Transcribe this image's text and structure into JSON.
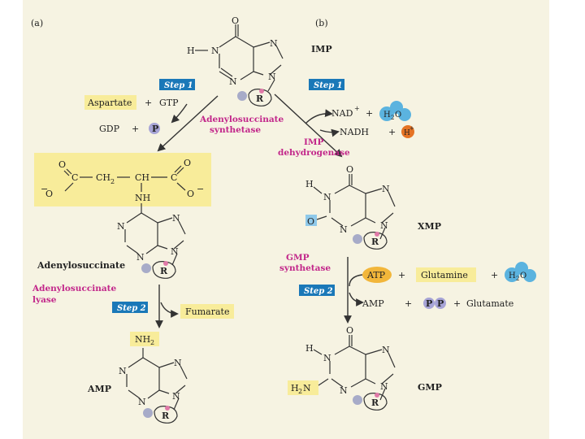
{
  "panel_labels": {
    "a": "(a)",
    "b": "(b)"
  },
  "molecules": {
    "imp": "IMP",
    "xmp": "XMP",
    "gmp": "GMP",
    "amp": "AMP",
    "adenylosuccinate": "Adenylosuccinate"
  },
  "steps": {
    "a1": "Step 1",
    "a2": "Step 2",
    "b1": "Step 1",
    "b2": "Step 2"
  },
  "enzymes": {
    "adss_1": "Adenylosuccinate",
    "adss_2": "synthetase",
    "adsl_1": "Adenylosuccinate",
    "adsl_2": "lyase",
    "impdh_1": "IMP",
    "impdh_2": "dehydrogenase",
    "gmps_1": "GMP",
    "gmps_2": "synthetase"
  },
  "reagents": {
    "aspartate": "Aspartate",
    "plus": "+",
    "gtp": "GTP",
    "gdp": "GDP",
    "p": "P",
    "fumarate": "Fumarate",
    "nad_plus": "NAD",
    "nad_sup": "+",
    "nadh": "NADH",
    "h2o_h": "H",
    "h2o_sub": "2",
    "h2o_o": "O",
    "h_plus": "H",
    "h_plus_sup": "+",
    "atp": "ATP",
    "glutamine": "Glutamine",
    "amp": "AMP",
    "glutamate": "Glutamate"
  },
  "atoms": {
    "O": "O",
    "N": "N",
    "H": "H",
    "HN": "H",
    "R": "R",
    "C": "C",
    "CH": "CH",
    "NH": "NH",
    "NH2_N": "NH",
    "NH2_sub": "2",
    "H2N_H": "H",
    "H2N_sub": "2",
    "H2N_N": "N",
    "CH2": "CH",
    "CH2_sub": "2",
    "Ominus": "O",
    "minus": "−"
  },
  "colors": {
    "panel": "#f6f3e2",
    "highlight": "#f8ec9a",
    "step_box": "#1a78b8",
    "enzyme_text": "#c2268a",
    "water_blue": "#5bb3df",
    "h_plus_orange": "#e57324",
    "phosphate": "#a7a4d6",
    "ribose_ball": "#a7abc8"
  }
}
